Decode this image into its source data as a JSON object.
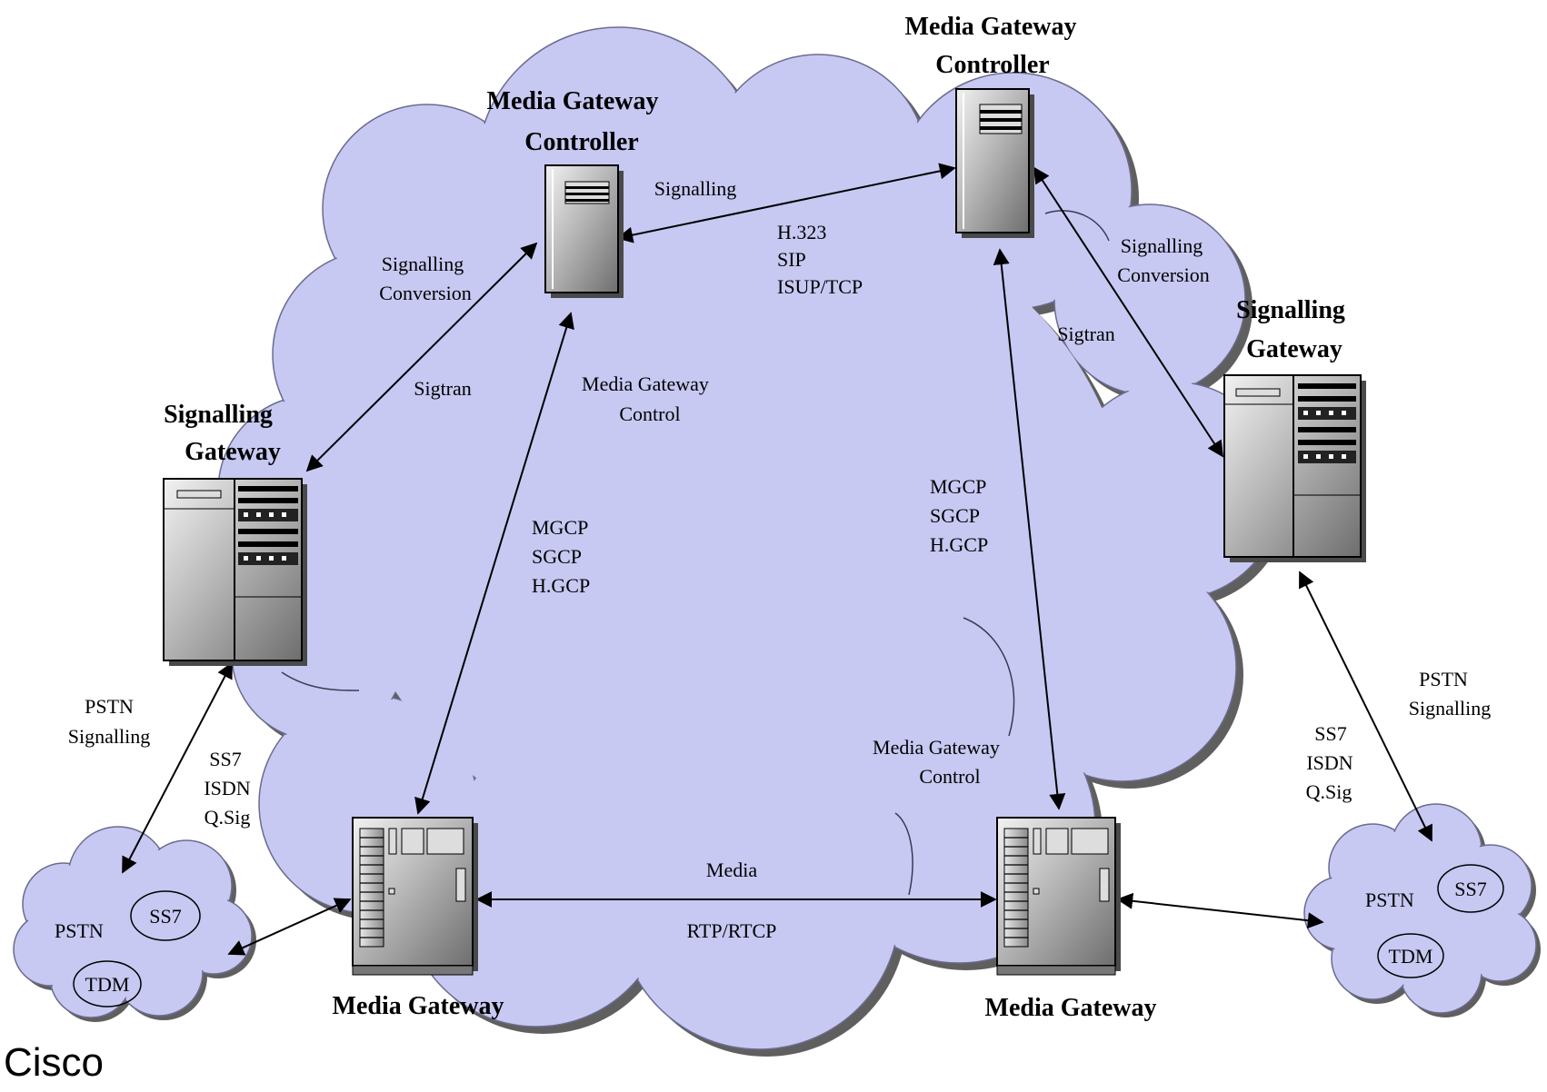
{
  "title": "",
  "footer": "Cisco",
  "colors": {
    "cloud": "#c7c9f2",
    "shadow": "#5f5f5f"
  },
  "nodes": {
    "mgc_left": {
      "label_line1": "Media Gateway",
      "label_line2": "Controller",
      "icon": "server-tower-icon"
    },
    "mgc_right": {
      "label_line1": "Media Gateway",
      "label_line2": "Controller",
      "icon": "server-tower-icon"
    },
    "sg_left": {
      "label_line1": "Signalling",
      "label_line2": "Gateway",
      "icon": "gateway-rack-icon"
    },
    "sg_right": {
      "label_line1": "Signalling",
      "label_line2": "Gateway",
      "icon": "gateway-rack-icon"
    },
    "mg_left": {
      "label": "Media Gateway",
      "icon": "media-gateway-icon"
    },
    "mg_right": {
      "label": "Media Gateway",
      "icon": "media-gateway-icon"
    }
  },
  "pstn_left": {
    "pstn": "PSTN",
    "ss7": "SS7",
    "tdm": "TDM"
  },
  "pstn_right": {
    "pstn": "PSTN",
    "ss7": "SS7",
    "tdm": "TDM"
  },
  "links": {
    "mgc_mgc": {
      "top": "Signalling",
      "lines": [
        "H.323",
        "SIP",
        "ISUP/TCP"
      ]
    },
    "sg_mgc_left": {
      "lines": [
        "Signalling",
        "Conversion"
      ],
      "sub": "Sigtran"
    },
    "sg_mgc_right": {
      "lines": [
        "Signalling",
        "Conversion"
      ],
      "sub": "Sigtran"
    },
    "mgc_mg_left": {
      "control": [
        "Media Gateway",
        "Control"
      ],
      "protocols": [
        "MGCP",
        "SGCP",
        "H.GCP"
      ]
    },
    "mgc_mg_right": {
      "control": [
        "Media Gateway",
        "Control"
      ],
      "protocols": [
        "MGCP",
        "SGCP",
        "H.GCP"
      ]
    },
    "mg_mg": {
      "top": "Media",
      "bottom": "RTP/RTCP"
    },
    "pstn_sg_left": {
      "signalling": [
        "PSTN",
        "Signalling"
      ],
      "protocols": [
        "SS7",
        "ISDN",
        "Q.Sig"
      ]
    },
    "pstn_sg_right": {
      "signalling": [
        "PSTN",
        "Signalling"
      ],
      "protocols": [
        "SS7",
        "ISDN",
        "Q.Sig"
      ]
    }
  }
}
